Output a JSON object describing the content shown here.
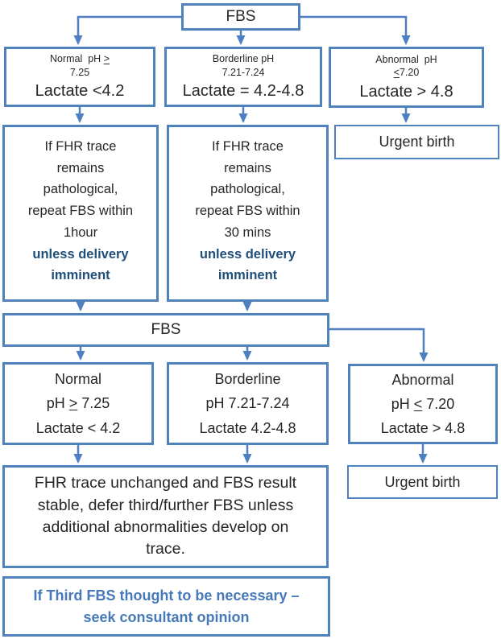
{
  "colors": {
    "border": "#4f81bd",
    "arrow": "#4e7fc0",
    "text": "#262626",
    "emphasis": "#1f4e79",
    "note": "#4779b8",
    "bg": "#ffffff"
  },
  "fbs_initial": {
    "label": "FBS"
  },
  "row1": {
    "normal": {
      "line1_pre": "Normal  pH ",
      "line1_op": ">",
      "line2": "7.25",
      "line3": "Lactate <4.2"
    },
    "borderline": {
      "line1": "Borderline pH",
      "line2": "7.21-7.24",
      "line3": "Lactate = 4.2-4.8"
    },
    "abnormal": {
      "line1": "Abnormal  pH",
      "line2_op": "<",
      "line2_post": "7.20",
      "line3": "Lactate > 4.8"
    }
  },
  "row2": {
    "repeat_1hour": {
      "body": "If FHR trace\nremains\npathological,\nrepeat FBS within\n1hour",
      "emphasis": "unless delivery\nimminent"
    },
    "repeat_30mins": {
      "body": "If FHR trace\nremains\npathological,\nrepeat FBS within\n30 mins",
      "emphasis": "unless delivery\nimminent"
    },
    "urgent": {
      "label": "Urgent birth"
    }
  },
  "fbs_second": {
    "label": "FBS"
  },
  "row3": {
    "normal": {
      "line1": "Normal",
      "line2_pre": "pH ",
      "line2_op": ">",
      "line2_post": " 7.25",
      "line3": "Lactate < 4.2"
    },
    "borderline": {
      "line1": "Borderline",
      "line2": "pH 7.21-7.24",
      "line3": "Lactate 4.2-4.8"
    },
    "abnormal": {
      "line1": "Abnormal",
      "line2_pre": "pH ",
      "line2_op": "<",
      "line2_post": " 7.20",
      "line3": "Lactate > 4.8"
    }
  },
  "row4": {
    "defer": {
      "body": "FHR trace unchanged and FBS result\nstable, defer third/further FBS unless\nadditional abnormalities develop on\ntrace."
    },
    "urgent": {
      "label": "Urgent birth"
    }
  },
  "footer": {
    "note": "If Third FBS thought to be necessary –\nseek consultant opinion"
  }
}
